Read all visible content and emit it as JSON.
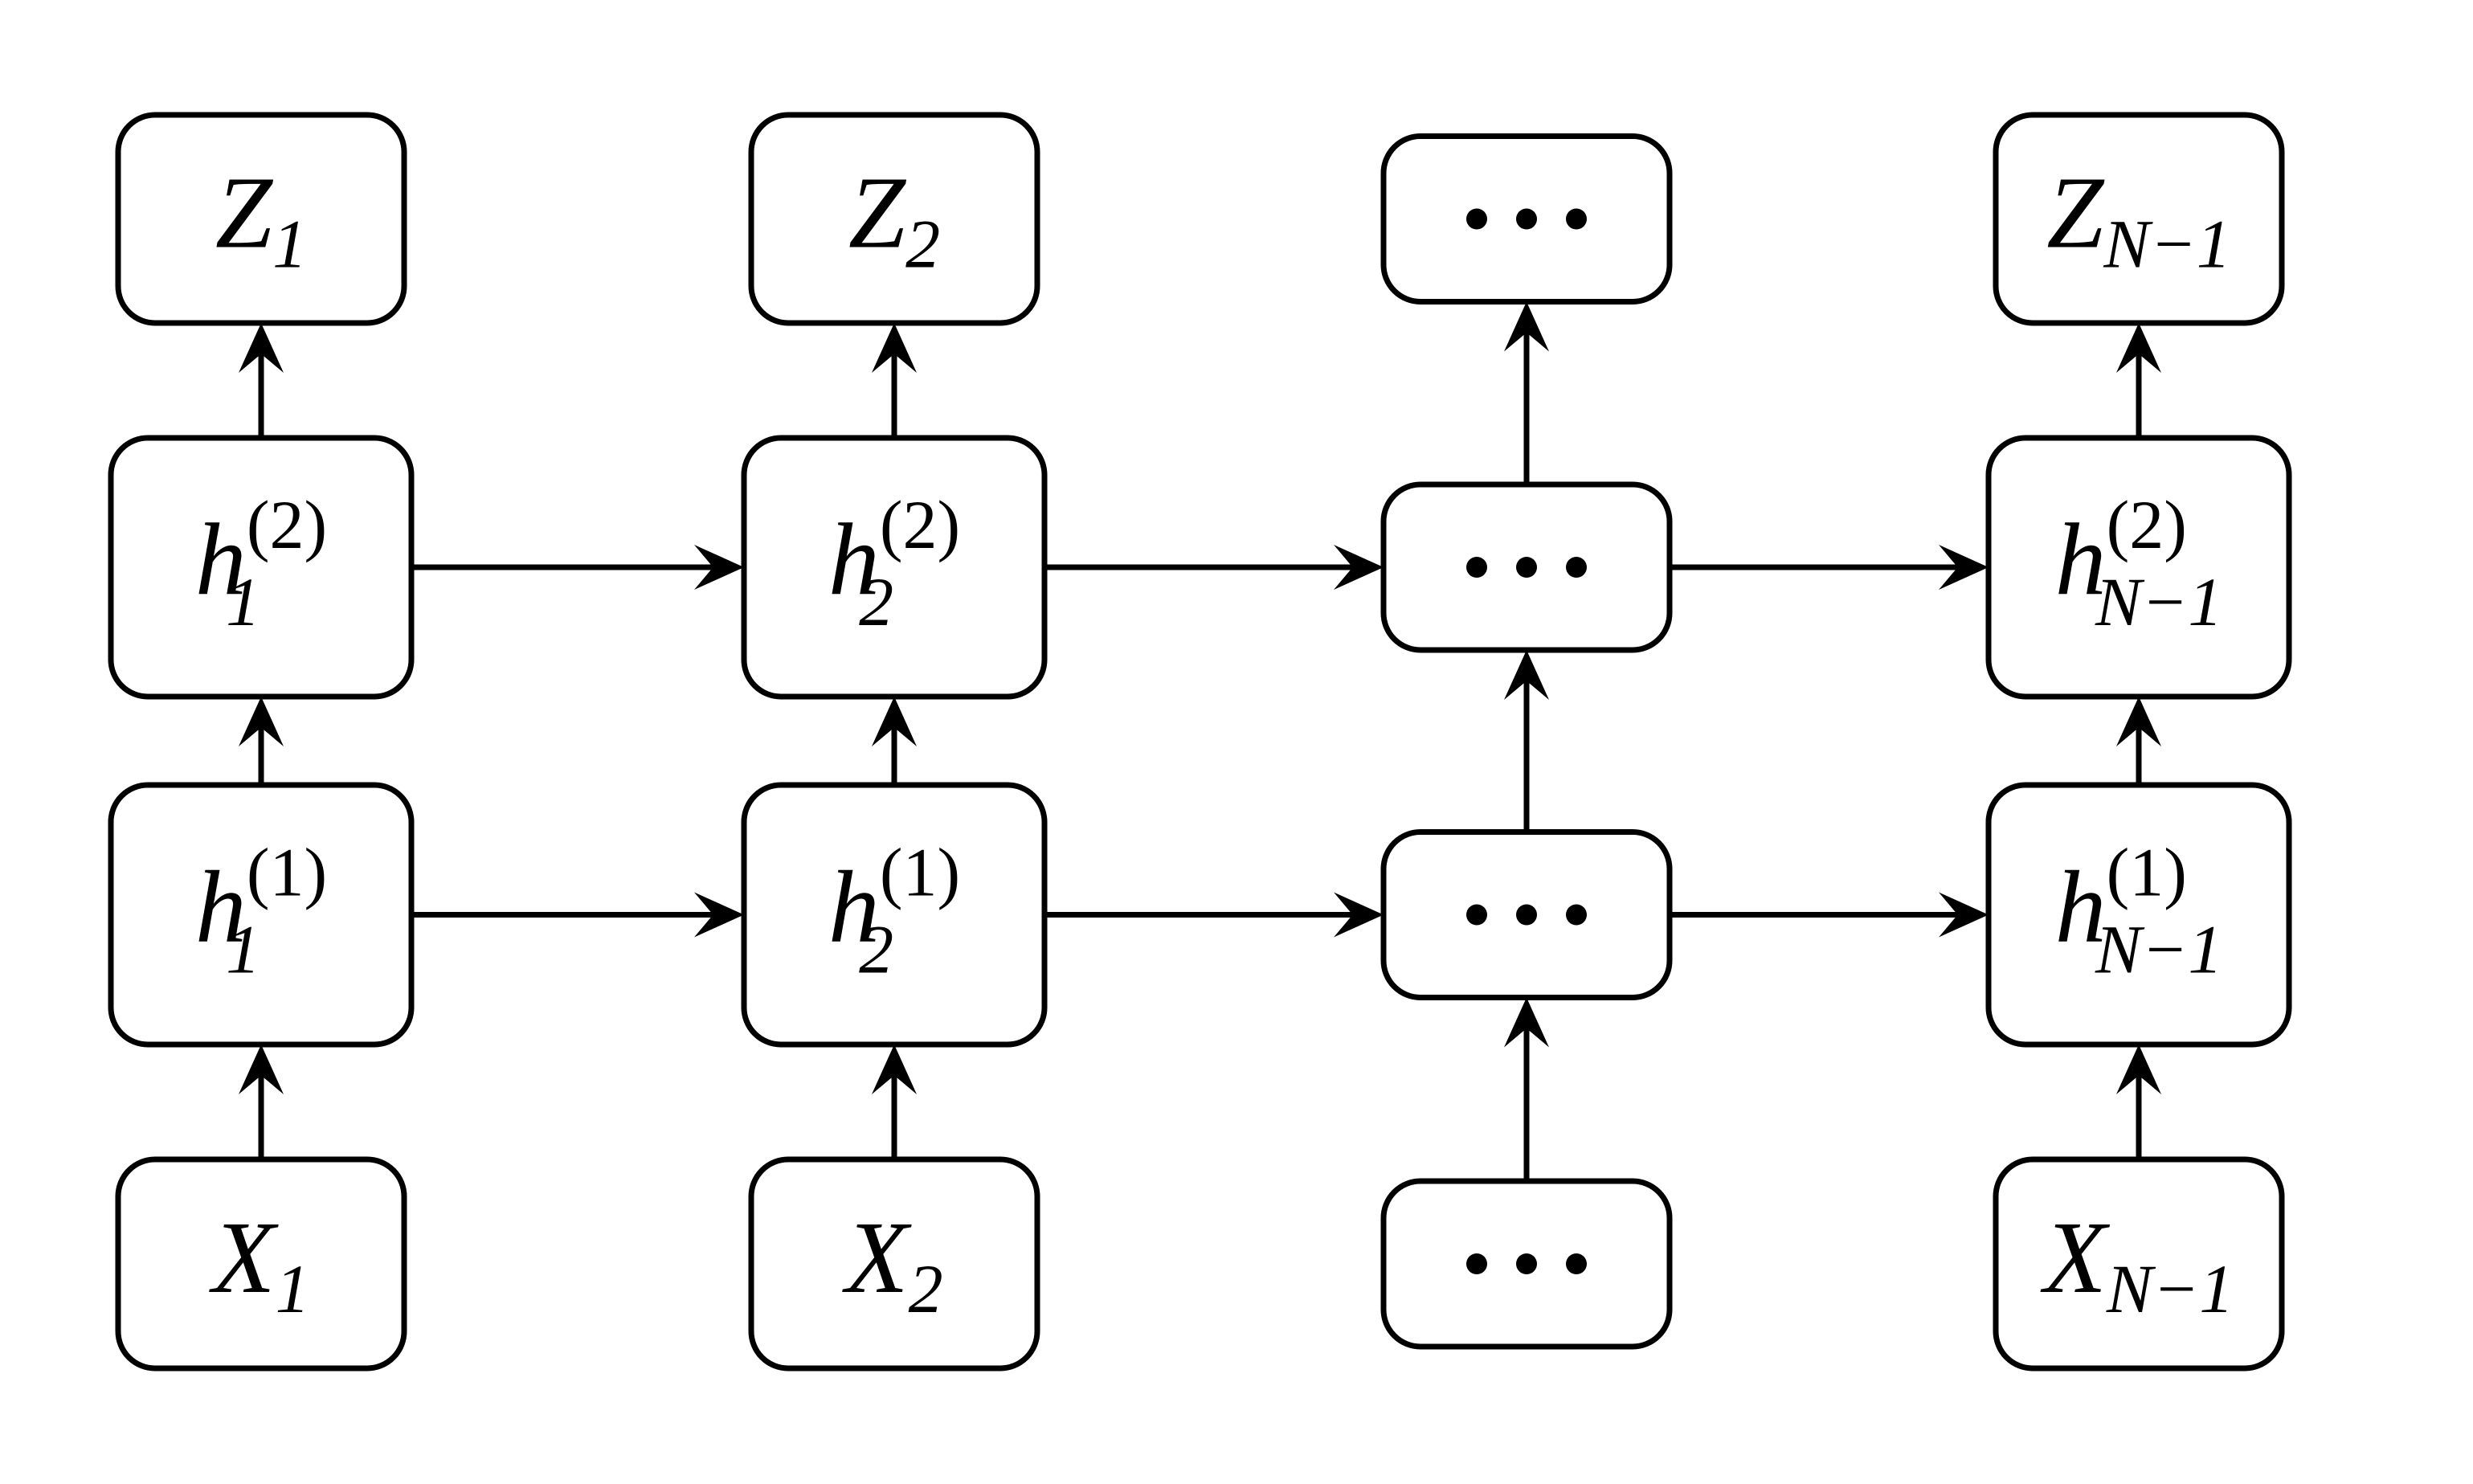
{
  "diagram": {
    "title": "Two-layer recurrent neural network unrolled over time",
    "type": "rnn-unrolled-graph",
    "background_color": "#ffffff",
    "stroke_color": "#000000",
    "columns": [
      {
        "id": "t1",
        "label": "1"
      },
      {
        "id": "t2",
        "label": "2"
      },
      {
        "id": "tdots",
        "label": "..."
      },
      {
        "id": "tn1",
        "label": "N-1"
      }
    ],
    "rows": [
      {
        "id": "output",
        "symbol": "Z"
      },
      {
        "id": "hidden2",
        "symbol": "h",
        "layer": "(2)"
      },
      {
        "id": "hidden1",
        "symbol": "h",
        "layer": "(1)"
      },
      {
        "id": "input",
        "symbol": "X"
      }
    ],
    "nodes": [
      {
        "name": "output-z-1",
        "row": "output",
        "col": "t1",
        "base": "Z",
        "sub": "1",
        "sup": "",
        "is_ellipsis": false
      },
      {
        "name": "output-z-2",
        "row": "output",
        "col": "t2",
        "base": "Z",
        "sub": "2",
        "sup": "",
        "is_ellipsis": false
      },
      {
        "name": "output-ellipsis",
        "row": "output",
        "col": "tdots",
        "base": "",
        "sub": "",
        "sup": "",
        "is_ellipsis": true
      },
      {
        "name": "output-z-n-1",
        "row": "output",
        "col": "tn1",
        "base": "Z",
        "sub": "N−1",
        "sup": "",
        "is_ellipsis": false
      },
      {
        "name": "hidden2-h-1",
        "row": "hidden2",
        "col": "t1",
        "base": "h",
        "sub": "1",
        "sup": "(2)",
        "is_ellipsis": false
      },
      {
        "name": "hidden2-h-2",
        "row": "hidden2",
        "col": "t2",
        "base": "h",
        "sub": "2",
        "sup": "(2)",
        "is_ellipsis": false
      },
      {
        "name": "hidden2-ellipsis",
        "row": "hidden2",
        "col": "tdots",
        "base": "",
        "sub": "",
        "sup": "",
        "is_ellipsis": true
      },
      {
        "name": "hidden2-h-n-1",
        "row": "hidden2",
        "col": "tn1",
        "base": "h",
        "sub": "N−1",
        "sup": "(2)",
        "is_ellipsis": false
      },
      {
        "name": "hidden1-h-1",
        "row": "hidden1",
        "col": "t1",
        "base": "h",
        "sub": "1",
        "sup": "(1)",
        "is_ellipsis": false
      },
      {
        "name": "hidden1-h-2",
        "row": "hidden1",
        "col": "t2",
        "base": "h",
        "sub": "2",
        "sup": "(1)",
        "is_ellipsis": false
      },
      {
        "name": "hidden1-ellipsis",
        "row": "hidden1",
        "col": "tdots",
        "base": "",
        "sub": "",
        "sup": "",
        "is_ellipsis": true
      },
      {
        "name": "hidden1-h-n-1",
        "row": "hidden1",
        "col": "tn1",
        "base": "h",
        "sub": "N−1",
        "sup": "(1)",
        "is_ellipsis": false
      },
      {
        "name": "input-x-1",
        "row": "input",
        "col": "t1",
        "base": "X",
        "sub": "1",
        "sup": "",
        "is_ellipsis": false
      },
      {
        "name": "input-x-2",
        "row": "input",
        "col": "t2",
        "base": "X",
        "sub": "2",
        "sup": "",
        "is_ellipsis": false
      },
      {
        "name": "input-ellipsis",
        "row": "input",
        "col": "tdots",
        "base": "",
        "sub": "",
        "sup": "",
        "is_ellipsis": true
      },
      {
        "name": "input-x-n-1",
        "row": "input",
        "col": "tn1",
        "base": "X",
        "sub": "N−1",
        "sup": "",
        "is_ellipsis": false
      }
    ],
    "edges": [
      {
        "name": "edge-x1-to-h1-1",
        "from": "input-x-1",
        "to": "hidden1-h-1",
        "direction": "up"
      },
      {
        "name": "edge-h1-1-to-h2-1",
        "from": "hidden1-h-1",
        "to": "hidden2-h-1",
        "direction": "up"
      },
      {
        "name": "edge-h2-1-to-z1",
        "from": "hidden2-h-1",
        "to": "output-z-1",
        "direction": "up"
      },
      {
        "name": "edge-x2-to-h1-2",
        "from": "input-x-2",
        "to": "hidden1-h-2",
        "direction": "up"
      },
      {
        "name": "edge-h1-2-to-h2-2",
        "from": "hidden1-h-2",
        "to": "hidden2-h-2",
        "direction": "up"
      },
      {
        "name": "edge-h2-2-to-z2",
        "from": "hidden2-h-2",
        "to": "output-z-2",
        "direction": "up"
      },
      {
        "name": "edge-xdots-to-h1dots",
        "from": "input-ellipsis",
        "to": "hidden1-ellipsis",
        "direction": "up"
      },
      {
        "name": "edge-h1dots-to-h2dots",
        "from": "hidden1-ellipsis",
        "to": "hidden2-ellipsis",
        "direction": "up"
      },
      {
        "name": "edge-h2dots-to-zdots",
        "from": "hidden2-ellipsis",
        "to": "output-ellipsis",
        "direction": "up"
      },
      {
        "name": "edge-xn1-to-h1-n1",
        "from": "input-x-n-1",
        "to": "hidden1-h-n-1",
        "direction": "up"
      },
      {
        "name": "edge-h1-n1-to-h2-n1",
        "from": "hidden1-h-n-1",
        "to": "hidden2-h-n-1",
        "direction": "up"
      },
      {
        "name": "edge-h2-n1-to-zn1",
        "from": "hidden2-h-n-1",
        "to": "output-z-n-1",
        "direction": "up"
      },
      {
        "name": "edge-h1-1-to-h1-2",
        "from": "hidden1-h-1",
        "to": "hidden1-h-2",
        "direction": "right"
      },
      {
        "name": "edge-h1-2-to-h1dots",
        "from": "hidden1-h-2",
        "to": "hidden1-ellipsis",
        "direction": "right"
      },
      {
        "name": "edge-h1dots-to-h1-n1",
        "from": "hidden1-ellipsis",
        "to": "hidden1-h-n-1",
        "direction": "right"
      },
      {
        "name": "edge-h2-1-to-h2-2",
        "from": "hidden2-h-1",
        "to": "hidden2-h-2",
        "direction": "right"
      },
      {
        "name": "edge-h2-2-to-h2dots",
        "from": "hidden2-h-2",
        "to": "hidden2-ellipsis",
        "direction": "right"
      },
      {
        "name": "edge-h2dots-to-h2-n1",
        "from": "hidden2-ellipsis",
        "to": "hidden2-h-n-1",
        "direction": "right"
      }
    ]
  }
}
